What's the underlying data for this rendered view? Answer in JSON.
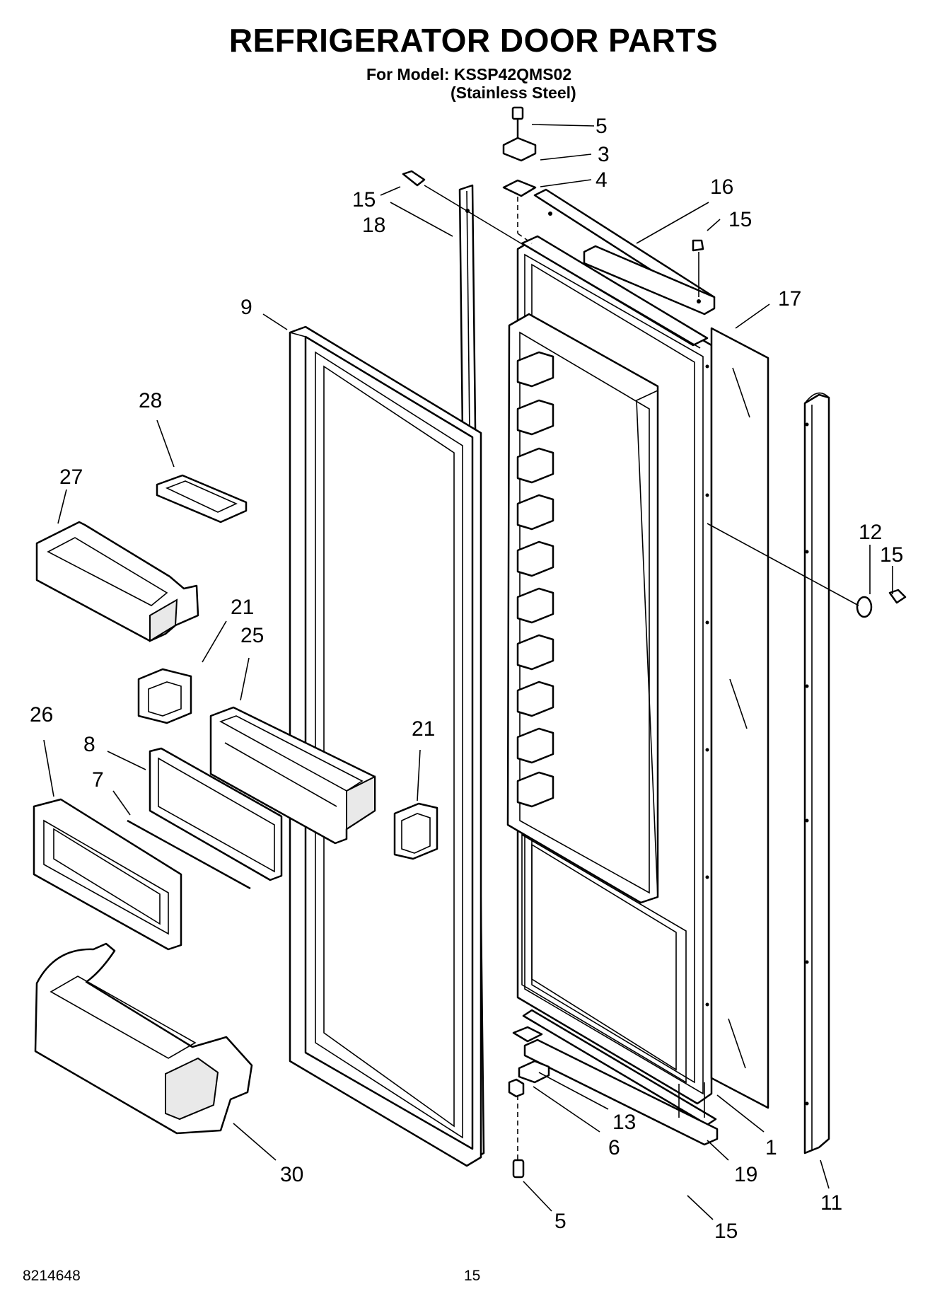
{
  "title": "REFRIGERATOR DOOR PARTS",
  "model_line": "For Model: KSSP42QMS02",
  "finish_line": "(Stainless Steel)",
  "footer": {
    "doc_number": "8214648",
    "page_number": "15"
  },
  "callouts": {
    "c5_top": "5",
    "c3": "3",
    "c4": "4",
    "c16": "16",
    "c15_top_left": "15",
    "c18": "18",
    "c15_top_right": "15",
    "c17": "17",
    "c9": "9",
    "c28": "28",
    "c27": "27",
    "c12": "12",
    "c15_right": "15",
    "c21_left": "21",
    "c25": "25",
    "c26": "26",
    "c8": "8",
    "c7": "7",
    "c21_mid": "21",
    "c13": "13",
    "c6": "6",
    "c1": "1",
    "c30": "30",
    "c19": "19",
    "c11": "11",
    "c5_bottom": "5",
    "c15_bottom": "15"
  }
}
